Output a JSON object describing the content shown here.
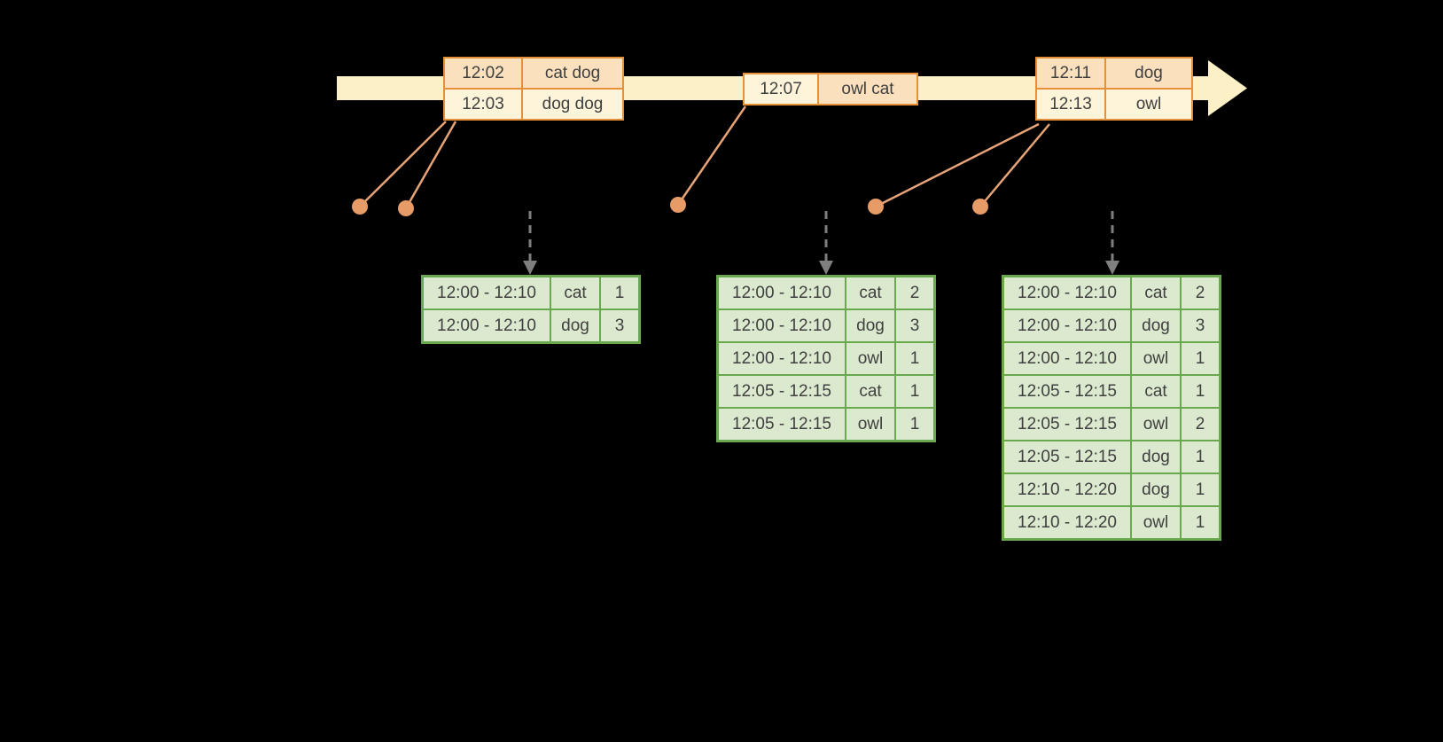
{
  "colors": {
    "background": "#000000",
    "timeline_fill": "#fcf0c6",
    "event_border": "#e69138",
    "event_peach": "#fbe0bd",
    "event_cream": "#fdf4da",
    "result_border": "#6aa84f",
    "result_fill": "#dbe9cf",
    "dot_fill": "#e79b66",
    "connector": "#e8a477",
    "arrow_gray": "#7f7f7f",
    "text": "#3f3f3f"
  },
  "icons": {
    "timeline_arrow": "right-arrow",
    "down_arrow": "down-arrow",
    "event_dot": "filled-circle"
  },
  "event_tables": [
    {
      "rows": [
        {
          "time": "12:02",
          "words": "cat dog"
        },
        {
          "time": "12:03",
          "words": "dog dog"
        }
      ]
    },
    {
      "rows": [
        {
          "time": "12:07",
          "words": "owl cat"
        }
      ]
    },
    {
      "rows": [
        {
          "time": "12:11",
          "words": "dog"
        },
        {
          "time": "12:13",
          "words": "owl"
        }
      ]
    }
  ],
  "result_tables": [
    {
      "rows": [
        {
          "window": "12:00 - 12:10",
          "word": "cat",
          "count": "1"
        },
        {
          "window": "12:00 - 12:10",
          "word": "dog",
          "count": "3"
        }
      ]
    },
    {
      "rows": [
        {
          "window": "12:00 - 12:10",
          "word": "cat",
          "count": "2"
        },
        {
          "window": "12:00 - 12:10",
          "word": "dog",
          "count": "3"
        },
        {
          "window": "12:00 - 12:10",
          "word": "owl",
          "count": "1"
        },
        {
          "window": "12:05 - 12:15",
          "word": "cat",
          "count": "1"
        },
        {
          "window": "12:05 - 12:15",
          "word": "owl",
          "count": "1"
        }
      ]
    },
    {
      "rows": [
        {
          "window": "12:00 - 12:10",
          "word": "cat",
          "count": "2"
        },
        {
          "window": "12:00 - 12:10",
          "word": "dog",
          "count": "3"
        },
        {
          "window": "12:00 - 12:10",
          "word": "owl",
          "count": "1"
        },
        {
          "window": "12:05 - 12:15",
          "word": "cat",
          "count": "1"
        },
        {
          "window": "12:05 - 12:15",
          "word": "owl",
          "count": "2"
        },
        {
          "window": "12:05 - 12:15",
          "word": "dog",
          "count": "1"
        },
        {
          "window": "12:10 - 12:20",
          "word": "dog",
          "count": "1"
        },
        {
          "window": "12:10 - 12:20",
          "word": "owl",
          "count": "1"
        }
      ]
    }
  ]
}
